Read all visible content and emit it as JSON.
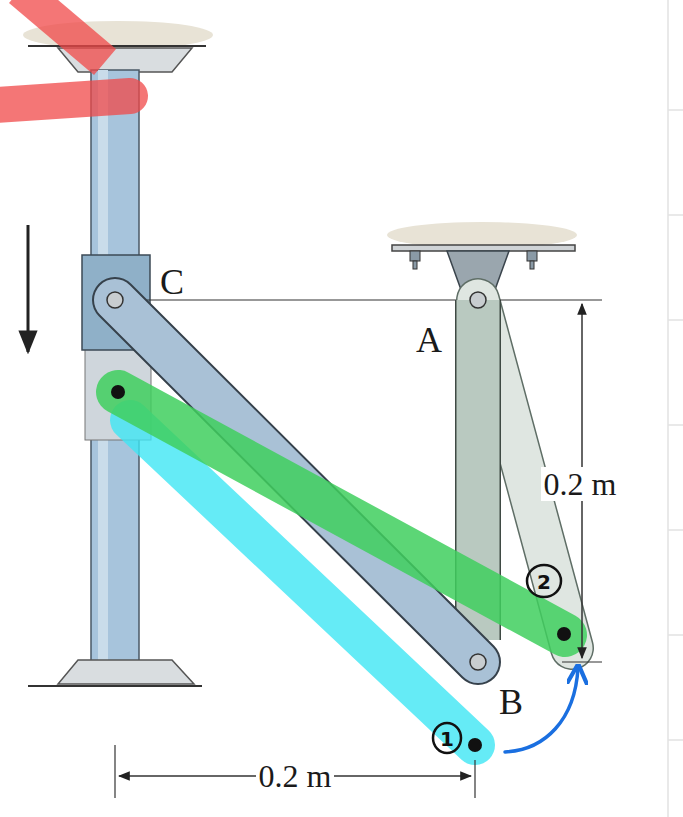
{
  "diagram": {
    "labels": [
      "C",
      "A",
      "0.2 m",
      "B",
      "0.2 m",
      "1",
      "2"
    ]
  }
}
